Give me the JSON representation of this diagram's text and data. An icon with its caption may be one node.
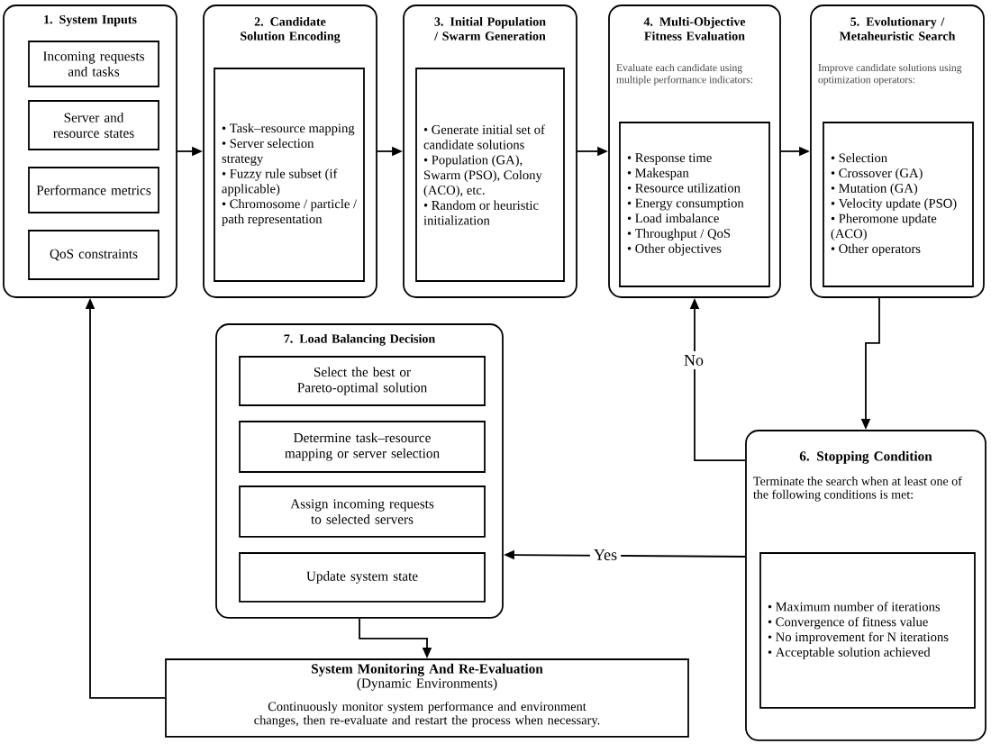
{
  "diagram": {
    "nodes": [
      {
        "text": [
          "1. System Inputs"
        ]
      },
      {
        "text": [
          "Incoming requests and tasks"
        ],
        "in": 0
      },
      {
        "text": [
          "Server and resource states"
        ],
        "in": 0
      },
      {
        "text": [
          "Performance metrics"
        ],
        "in": 0
      },
      {
        "text": [
          "QoS constraints"
        ],
        "in": 0
      },
      {
        "text": [
          "2. Candidate Solution Encoding"
        ]
      },
      {
        "text": [
          "• Task–resource mapping",
          "• Server selection strategy",
          "• Fuzzy rule subset (if applicable)",
          "• Chromosome / particle / path representation"
        ],
        "in": 5
      },
      {
        "text": [
          "3. Initial Population / Swarm Generation"
        ]
      },
      {
        "text": [
          "• Generate initial set of candidate solutions",
          "• Population (GA), Swarm (PSO), Colony (ACO), etc.",
          "• Random or heuristic initialization"
        ],
        "in": 7
      },
      {
        "text": [
          "4. Multi-Objective Fitness Evaluation",
          "Evaluate each candidate using multiple performance indicators:"
        ]
      },
      {
        "text": [
          "• Response time",
          "• Makespan",
          "• Resource utilization",
          "• Energy consumption",
          "• Load imbalance",
          "• Throughput / QoS",
          "• Other objectives"
        ],
        "in": 9
      },
      {
        "text": [
          "5. Evolutionary / Metaheuristic Search",
          "Improve candidate solutions using optimization operators:"
        ]
      },
      {
        "text": [
          "• Selection",
          "• Crossover (GA)",
          "• Mutation (GA)",
          "• Velocity update (PSO)",
          "• Pheromone update (ACO)",
          "• Other operators"
        ],
        "in": 11
      },
      {
        "text": [
          "7. Load Balancing Decision"
        ]
      },
      {
        "text": [
          "Select the best or Pareto-optimal solution"
        ],
        "in": 13
      },
      {
        "text": [
          "Determine task–resource mapping or server selection"
        ],
        "in": 13
      },
      {
        "text": [
          "Assign incoming requests to selected servers"
        ],
        "in": 13
      },
      {
        "text": [
          "Update system state"
        ],
        "in": 13
      },
      {
        "text": [
          "6. Stopping Condition",
          "Terminate the search when at least one of the following conditions is met:"
        ]
      },
      {
        "text": [
          "• Maximum number of iterations",
          "• Convergence of fitness value",
          "• No improvement for N iterations",
          "• Acceptable solution achieved"
        ],
        "in": 18
      },
      {
        "text": [
          "System Monitoring And Re-Evaluation",
          "(Dynamic Environments)",
          "Continuously monitor system performance and environment changes, then re-evaluate and restart the process when necessary."
        ]
      }
    ],
    "edges": [
      {
        "from": 0,
        "to": 5,
        "arrow": "to"
      },
      {
        "from": 5,
        "to": 7,
        "arrow": "to"
      },
      {
        "from": 7,
        "to": 9,
        "arrow": "to"
      },
      {
        "from": 9,
        "to": 11,
        "arrow": "to"
      },
      {
        "from": 11,
        "to": 18,
        "arrow": "to"
      },
      {
        "from": 18,
        "to": 9,
        "label": "No",
        "arrow": "to"
      },
      {
        "from": 18,
        "to": 13,
        "label": "Yes",
        "arrow": "to"
      },
      {
        "from": 13,
        "to": 20,
        "arrow": "to"
      },
      {
        "from": 20,
        "to": 0,
        "arrow": "to"
      }
    ]
  }
}
